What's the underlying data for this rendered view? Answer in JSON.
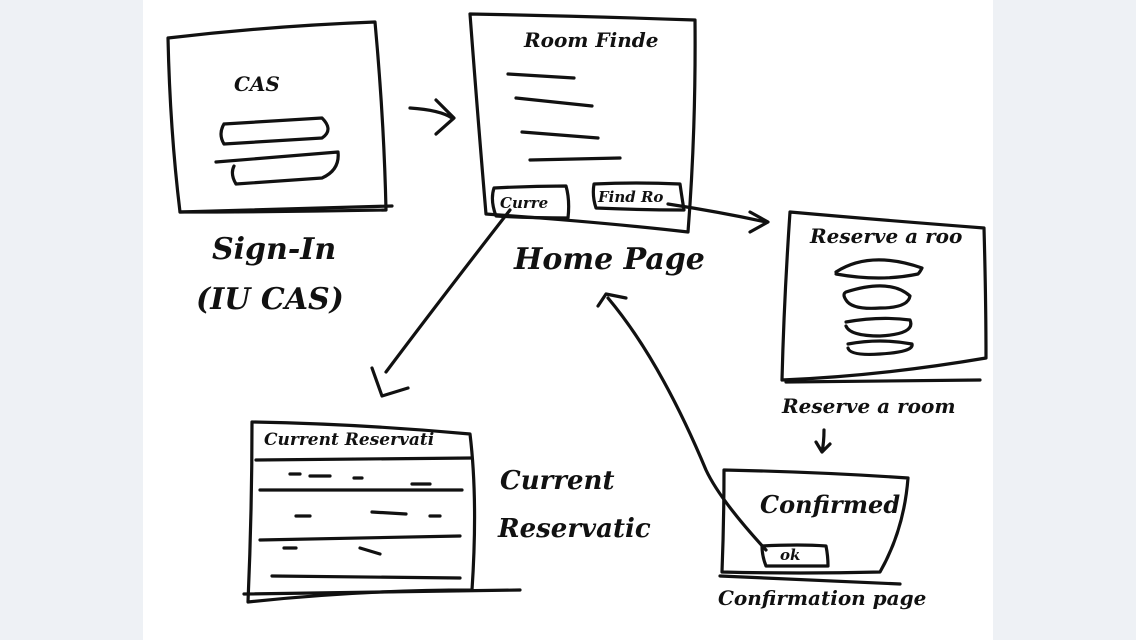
{
  "screens": {
    "signin": {
      "header": "CAS",
      "caption_line1": "Sign-In",
      "caption_line2": "(IU CAS)"
    },
    "home": {
      "header": "Room Finde",
      "btn_current": "Curre",
      "btn_find": "Find Ro",
      "caption": "Home Page"
    },
    "reserve": {
      "header": "Reserve a roo",
      "caption": "Reserve a room"
    },
    "current": {
      "header": "Current Reservati",
      "caption_line1": "Current",
      "caption_line2": "Reservatic"
    },
    "confirm": {
      "header": "Confirmed",
      "btn_ok": "ok",
      "caption": "Confirmation page"
    }
  }
}
